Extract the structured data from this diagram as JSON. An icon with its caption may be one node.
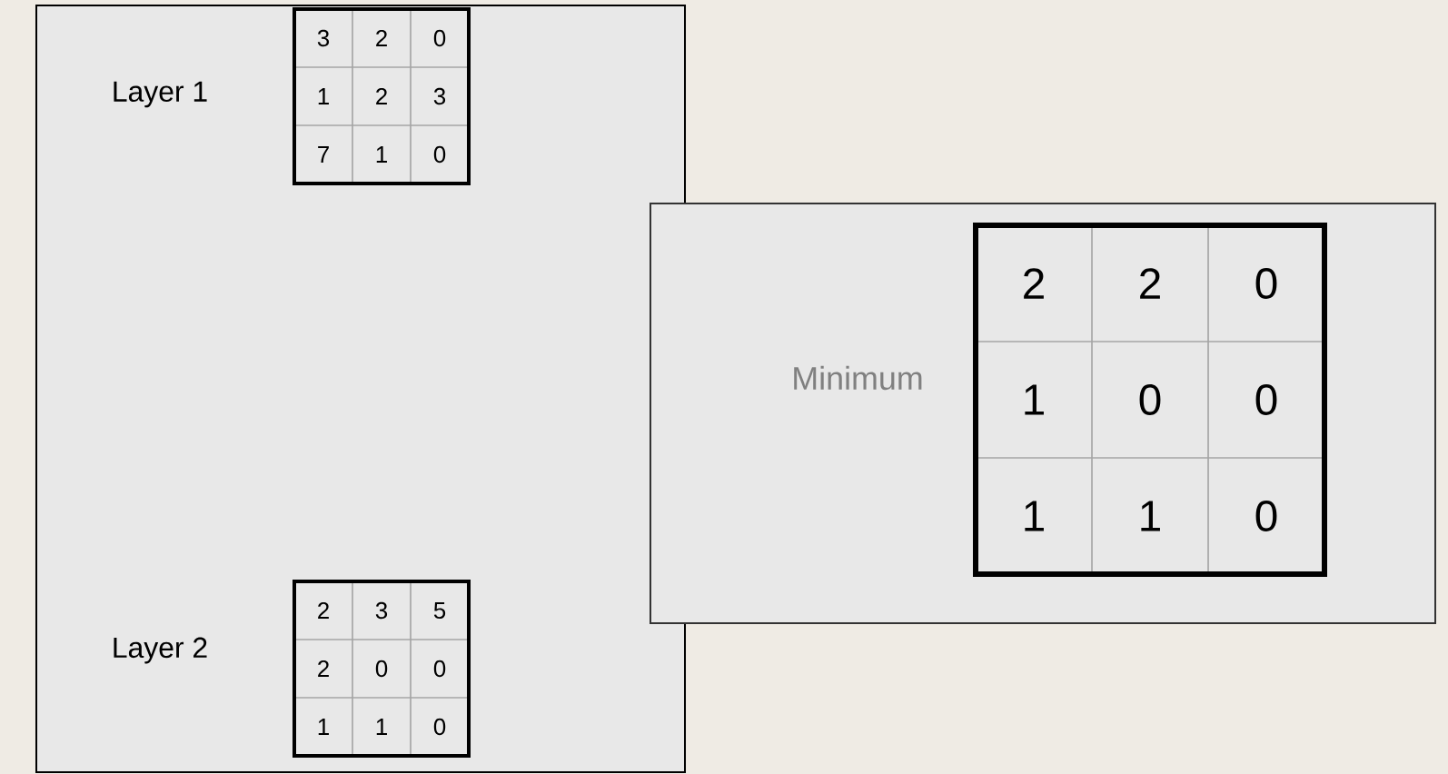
{
  "diagram": {
    "labels": [
      "Layer 1",
      "3",
      "2",
      "0",
      "1",
      "2",
      "3",
      "7",
      "1",
      "0",
      "Layer 2",
      "2",
      "3",
      "5",
      "2",
      "0",
      "0",
      "1",
      "1",
      "0",
      "Minimum",
      "2",
      "2",
      "0",
      "1",
      "0",
      "0",
      "1",
      "1",
      "0"
    ]
  }
}
